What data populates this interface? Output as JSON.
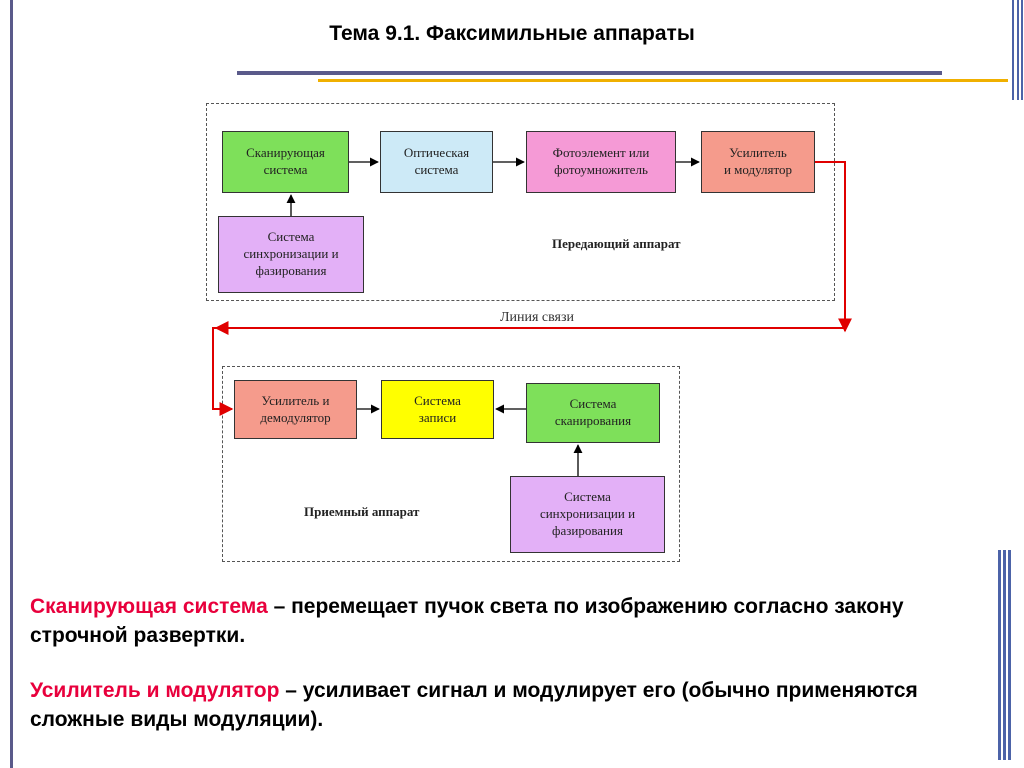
{
  "title": "Тема 9.1. Факсимильные аппараты",
  "transmitter": {
    "caption": "Передающий аппарат",
    "blocks": {
      "scanning": "Сканирующая\nсистема",
      "optical": "Оптическая\nсистема",
      "photo": "Фотоэлемент или\nфотоумножитель",
      "amp_mod": "Усилитель\nи модулятор",
      "sync": "Система\nсинхронизации и\nфазирования"
    }
  },
  "line_label": "Линия связи",
  "receiver": {
    "caption": "Приемный аппарат",
    "blocks": {
      "amp_demod": "Усилитель и\nдемодулятор",
      "record": "Система\nзаписи",
      "scan": "Система\nсканирования",
      "sync": "Система\nсинхронизации и\nфазирования"
    }
  },
  "definitions": [
    {
      "term": "Сканирующая система",
      "text": " – перемещает  пучок света по изображению согласно закону строчной развертки."
    },
    {
      "term": "Усилитель и модулятор",
      "text": " – усиливает сигнал и модулирует его (обычно применяются сложные виды модуляции)."
    }
  ],
  "colors": {
    "green": "#7ee05a",
    "lightblue": "#cdeaf7",
    "pink": "#f59ad6",
    "salmon": "#f59b8c",
    "violet": "#e3b0f7",
    "yellow": "#ffff00",
    "signal_line": "#e00000",
    "term": "#e8003c"
  }
}
